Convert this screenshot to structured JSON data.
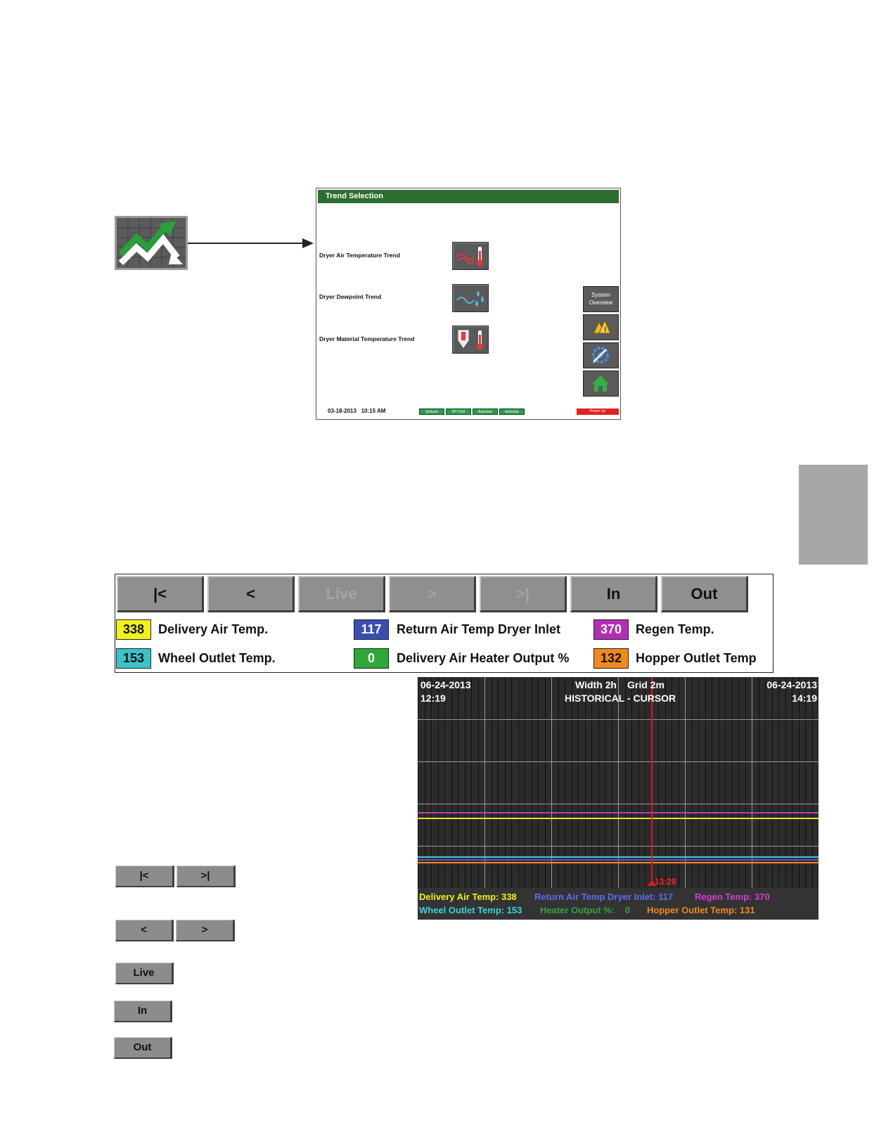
{
  "trend_selection": {
    "title": "Trend Selection",
    "rows": [
      {
        "label": "Dryer Air Temperature Trend",
        "icon": "air-temp-thermometer-icon"
      },
      {
        "label": "Dryer Dewpoint Trend",
        "icon": "dewpoint-droplets-icon"
      },
      {
        "label": "Dryer Material Temperature Trend",
        "icon": "material-temp-thermometer-icon"
      }
    ],
    "side": {
      "system_overview": "System Overview",
      "alarm_icon": "alarm-warning-icon",
      "setup_icon": "wrench-gear-icon",
      "home_icon": "home-icon"
    },
    "footer": {
      "date": "03-18-2013",
      "time": "10:15 AM",
      "badges": [
        "Setback",
        "DP Cntrl",
        "Autostart",
        "Autostop"
      ],
      "power": "Power Up"
    },
    "colors": {
      "title_bar": "#2e6e2f",
      "badge": "#2d9a4f",
      "power": "#e02222"
    }
  },
  "nav_buttons": [
    {
      "label": "|<",
      "enabled": true
    },
    {
      "label": "<",
      "enabled": true
    },
    {
      "label": "Live",
      "enabled": false
    },
    {
      "label": ">",
      "enabled": false
    },
    {
      "label": ">|",
      "enabled": false
    },
    {
      "label": "In",
      "enabled": true
    },
    {
      "label": "Out",
      "enabled": true
    }
  ],
  "legend": [
    {
      "value": "338",
      "label": "Delivery Air Temp.",
      "color": "#f2f01e"
    },
    {
      "value": "117",
      "label": "Return Air Temp Dryer Inlet",
      "color": "#3a4db0"
    },
    {
      "value": "370",
      "label": "Regen Temp.",
      "color": "#b12fb5"
    },
    {
      "value": "153",
      "label": "Wheel Outlet Temp.",
      "color": "#39c3c9"
    },
    {
      "value": "0",
      "label": "Delivery Air Heater Output %",
      "color": "#2ea63a"
    },
    {
      "value": "132",
      "label": "Hopper Outlet Temp",
      "color": "#f08a1c"
    }
  ],
  "trend_chart": {
    "start_date": "06-24-2013",
    "start_time": "12:19",
    "end_date": "06-24-2013",
    "end_time": "14:19",
    "width_label": "Width 2h",
    "grid_label": "Grid 2m",
    "mode_label": "HISTORICAL - CURSOR",
    "cursor_time": "13:28",
    "series": [
      {
        "text": "Delivery Air Temp: 338",
        "color": "#f2f01e"
      },
      {
        "text": "Return Air Temp Dryer Inlet: 117",
        "color": "#5c6cf0"
      },
      {
        "text": "Regen Temp: 370",
        "color": "#d83ad8"
      },
      {
        "text": "Wheel Outlet Temp: 153",
        "color": "#39d3d9"
      },
      {
        "text": "Heater Output %:    0",
        "color": "#2ea63a"
      },
      {
        "text": "Hopper Outlet Temp: 131",
        "color": "#f08a1c"
      }
    ]
  },
  "small_buttons": {
    "first": "|<",
    "last": ">|",
    "prev": "<",
    "next": ">",
    "live": "Live",
    "zoom_in": "In",
    "zoom_out": "Out"
  }
}
